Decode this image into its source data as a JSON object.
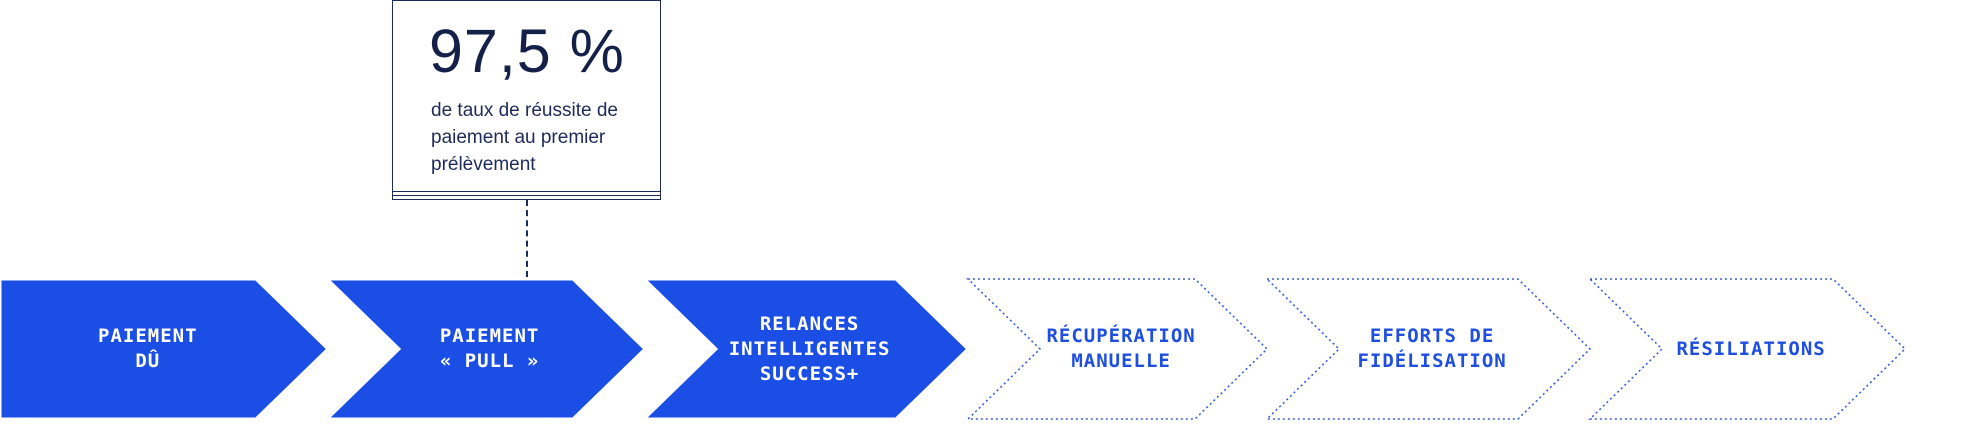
{
  "colors": {
    "primary_blue": "#1a4ee4",
    "dark_navy": "#1e2a5a",
    "dotted_outline": "#3b5fd8",
    "white": "#ffffff"
  },
  "callout": {
    "value": "97,5 %",
    "caption": "de taux de réussite de paiement au premier prélèvement"
  },
  "flow": {
    "steps": [
      {
        "label": "PAIEMENT\nDÛ",
        "style": "solid"
      },
      {
        "label": "PAIEMENT\n« PULL »",
        "style": "solid"
      },
      {
        "label": "RELANCES\nINTELLIGENTES\nSUCCESS+",
        "style": "solid"
      },
      {
        "label": "RÉCUPÉRATION\nMANUELLE",
        "style": "dotted"
      },
      {
        "label": "EFFORTS DE\nFIDÉLISATION",
        "style": "dotted"
      },
      {
        "label": "RÉSILIATIONS",
        "style": "dotted"
      }
    ]
  }
}
